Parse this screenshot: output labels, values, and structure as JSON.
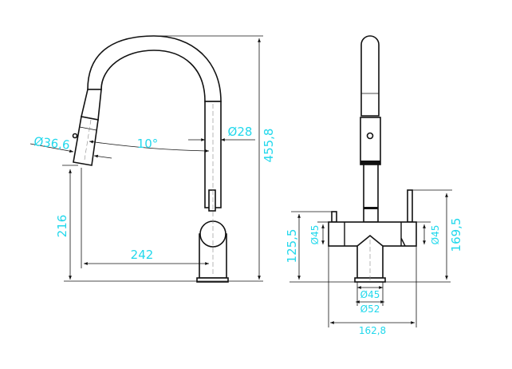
{
  "colors": {
    "dimension": "#22d8ec",
    "outline": "#111111"
  },
  "side_view": {
    "height_total": "455,8",
    "spout_height": "216",
    "reach": "242",
    "angle": "10°",
    "spout_head_diameter": "Ø36,6",
    "tube_diameter": "Ø28"
  },
  "front_view": {
    "body_height": "125,5",
    "lever_height": "169,5",
    "left_diameter": "Ø45",
    "right_diameter": "Ø45",
    "base_inner_diameter": "Ø45",
    "base_outer_diameter": "Ø52",
    "width": "162,8"
  }
}
